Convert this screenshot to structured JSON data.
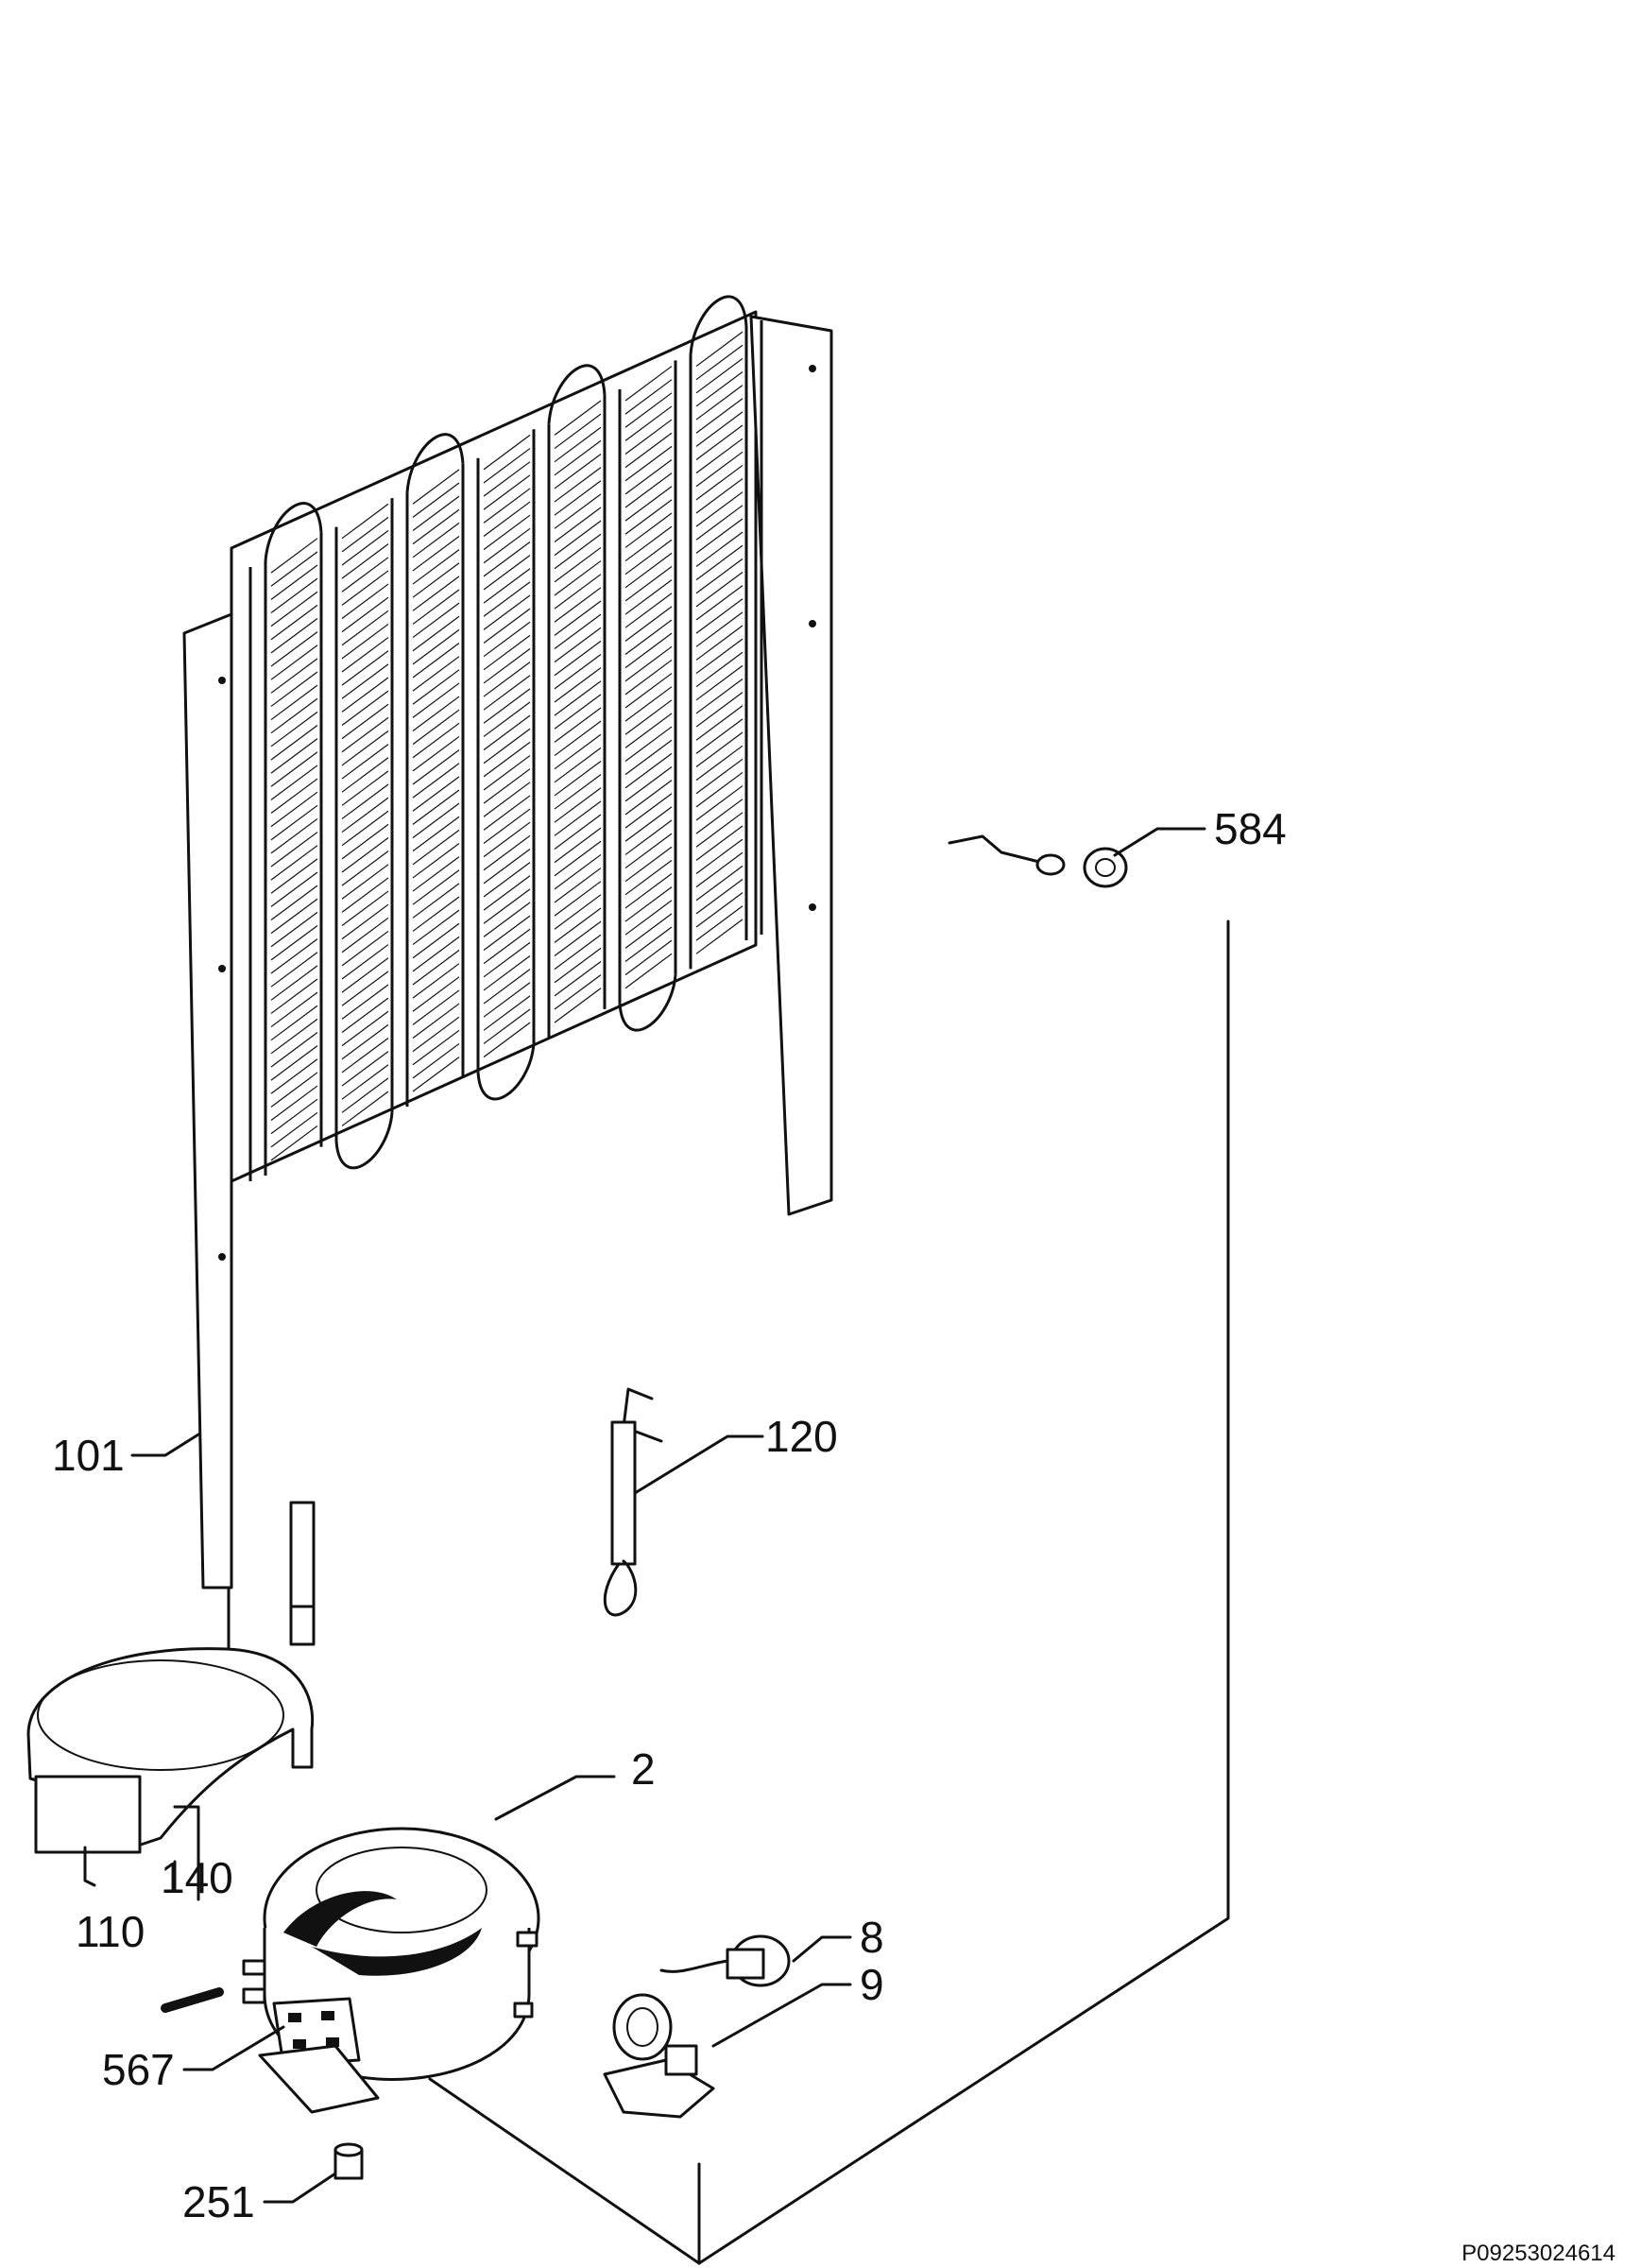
{
  "diagram": {
    "reference_code": "P09253024614",
    "callouts": [
      {
        "id": "584",
        "text": "584"
      },
      {
        "id": "120",
        "text": "120"
      },
      {
        "id": "101",
        "text": "101"
      },
      {
        "id": "2",
        "text": "2"
      },
      {
        "id": "140",
        "text": "140"
      },
      {
        "id": "110",
        "text": "110"
      },
      {
        "id": "8",
        "text": "8"
      },
      {
        "id": "9",
        "text": "9"
      },
      {
        "id": "567",
        "text": "567"
      },
      {
        "id": "251",
        "text": "251"
      }
    ]
  }
}
